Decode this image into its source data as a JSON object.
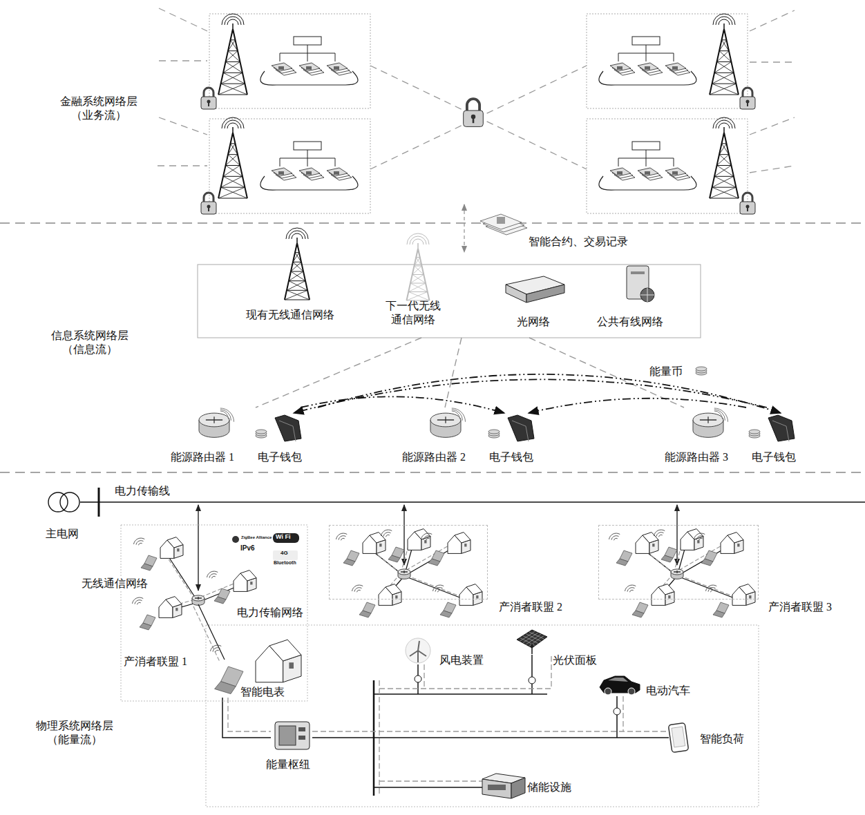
{
  "diagram": {
    "nodes": [
      {
        "text": [
          "现有无线通信网络",
          "下一代无线通信网络",
          "光网络",
          "公共有线网络"
        ]
      },
      {
        "text": [
          "能源路由器 1",
          "电子钱包"
        ]
      },
      {
        "text": [
          "能源路由器 2",
          "电子钱包"
        ]
      },
      {
        "text": [
          "能源路由器 3",
          "电子钱包"
        ]
      },
      {
        "text": [
          "产消者联盟 1"
        ]
      },
      {
        "text": [
          "产消者联盟 2"
        ]
      },
      {
        "text": [
          "产消者联盟 3"
        ]
      }
    ],
    "edges": [
      {
        "from": 0,
        "to": 1,
        "arrow": "none"
      },
      {
        "from": 0,
        "to": 2,
        "arrow": "none"
      },
      {
        "from": 0,
        "to": 3,
        "arrow": "none"
      },
      {
        "from": 3,
        "to": 1,
        "arrow": "to"
      },
      {
        "from": 1,
        "to": 2,
        "arrow": "to"
      },
      {
        "from": 1,
        "to": 3,
        "arrow": "to",
        "label": "能量币"
      },
      {
        "from": 3,
        "to": 2,
        "arrow": "to"
      }
    ],
    "labels": [
      "金融系统网络层 （业务流）",
      "智能合约、交易记录",
      "信息系统网络层 （信息流）",
      "电力传输线",
      "主电网",
      "无线通信网络",
      "电力传输网络",
      "智能电表",
      "风电装置",
      "光伏面板",
      "电动汽车",
      "智能负荷",
      "能量枢纽",
      "储能设施",
      "物理系统网络层 （能量流）",
      "ZigBee Alliance",
      "Wi Fi",
      "IPv6",
      "4G",
      "Bluetooth"
    ]
  }
}
